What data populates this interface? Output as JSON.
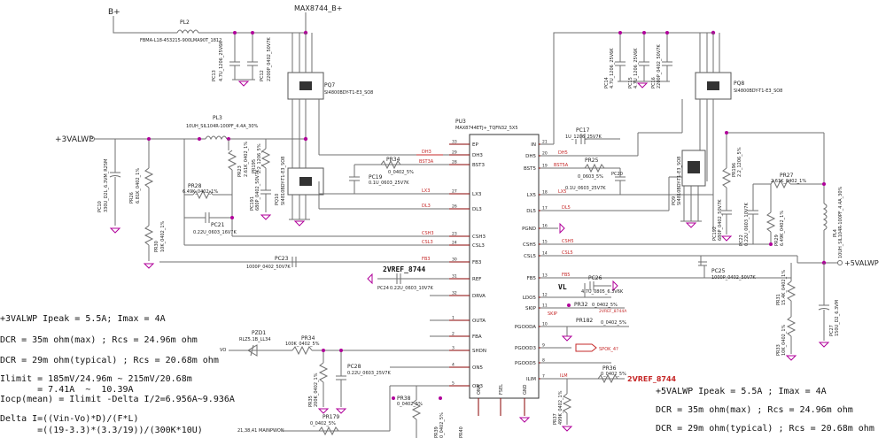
{
  "nets": {
    "b_plus": "B+",
    "max_b_plus": "MAX8744_B+",
    "v3valwp": "+3VALWP",
    "v5valwp": "+5VALWP",
    "vref": "2VREF_8744",
    "vref_right": "2VREF_8744",
    "vl": "VL",
    "vo": "VO",
    "mainpwon": "MAINPWON",
    "mainpwon_ref": "21,38,41"
  },
  "ic": {
    "ref": "PU3",
    "part": "MAX8744ETJ+_TQFN32_5X5",
    "left_pins": [
      {
        "name": "EP",
        "num": "33"
      },
      {
        "name": "DH3",
        "num": "29"
      },
      {
        "name": "BST3",
        "num": "28"
      },
      {
        "name": "LX3",
        "num": "27"
      },
      {
        "name": "DL3",
        "num": "26"
      },
      {
        "name": "CSH3",
        "num": "23"
      },
      {
        "name": "CSL3",
        "num": "24"
      },
      {
        "name": "FB3",
        "num": "30"
      },
      {
        "name": "REF",
        "num": "31"
      },
      {
        "name": "DRVA",
        "num": "32"
      },
      {
        "name": "OUTA",
        "num": "1"
      },
      {
        "name": "FBA",
        "num": "2"
      },
      {
        "name": "SHDN",
        "num": "3"
      },
      {
        "name": "ON5",
        "num": "4"
      },
      {
        "name": "ON3",
        "num": "5"
      }
    ],
    "right_pins": [
      {
        "name": "IN",
        "num": "21"
      },
      {
        "name": "DH5",
        "num": "20"
      },
      {
        "name": "BST5",
        "num": "19"
      },
      {
        "name": "LX5",
        "num": "18"
      },
      {
        "name": "DL5",
        "num": "17"
      },
      {
        "name": "PGND",
        "num": "16"
      },
      {
        "name": "CSH5",
        "num": "15"
      },
      {
        "name": "CSL5",
        "num": "14"
      },
      {
        "name": "FB5",
        "num": "13"
      },
      {
        "name": "LDO5",
        "num": "12"
      },
      {
        "name": "SKIP",
        "num": "11"
      },
      {
        "name": "PGOODA",
        "num": "10"
      },
      {
        "name": "PGOOD3",
        "num": "9"
      },
      {
        "name": "PGOOD5",
        "num": "8"
      },
      {
        "name": "ILIM",
        "num": "7"
      }
    ],
    "bottom_pins": [
      "ONA",
      "FSEL",
      "GND"
    ]
  },
  "signal_labels": {
    "dh3": "DH3",
    "bst3": "BST3A",
    "lx3": "LX3",
    "dl3": "DL3",
    "csh3": "CSH3",
    "csl3": "CSL3",
    "fb3": "FB3",
    "dh5": "DH5",
    "bst5": "BST5A",
    "lx5": "LX5",
    "dl5": "DL5",
    "csh5": "CSH5",
    "csl5": "CSL5",
    "fb5": "FB5",
    "skip": "SKIP",
    "ilm": "ILM",
    "spok": "SPOK_4?",
    "vref_out": "2VREF_8744A"
  },
  "components": {
    "pl2": {
      "ref": "PL2",
      "val": "FBMA-L18-453215-900LMA90T_1812"
    },
    "pc13": {
      "ref": "PC13",
      "val": "4.7U_1206_25V6K"
    },
    "pc12": {
      "ref": "PC12",
      "val": "2200P_0402_50V7K"
    },
    "pq7": {
      "ref": "PQ7",
      "val": "SI4800BDY-T1-E3_SO8"
    },
    "pl3": {
      "ref": "PL3",
      "val": "10UH_SIL104R-100PF_4.4A_30%"
    },
    "pc10": {
      "ref": "PC10",
      "val": "330U_D2L_6.3VM_R25M"
    },
    "pr26": {
      "ref": "PR26",
      "val": "6.81K_0402_1%"
    },
    "pr30": {
      "ref": "PR30",
      "val": "10K_0402_1%"
    },
    "pr28": {
      "ref": "PR28",
      "val": "6.49K_0402_1%"
    },
    "pc21": {
      "ref": "PC21",
      "val": "0.22U_0603_16V7K"
    },
    "pr23": {
      "ref": "PR23",
      "val": "2.61K_0402_1%"
    },
    "pr195": {
      "ref": "PR195",
      "val": "2.2_1206_5%"
    },
    "pc191": {
      "ref": "PC191",
      "val": "680P_0402_50V7K"
    },
    "pq10": {
      "ref": "PQ10",
      "val": "SI4810BDY-T1-E3_SO8"
    },
    "pr34": {
      "ref": "PR34",
      "val": "0_0402_5%"
    },
    "pc19": {
      "ref": "PC19",
      "val": "0.1U_0603_25V7K"
    },
    "pc23": {
      "ref": "PC23",
      "val": "1000P_0402_50V7K"
    },
    "pc24": {
      "ref": "PC24",
      "val": "0.22U_0603_10V7K"
    },
    "pc14": {
      "ref": "PC14",
      "val": "4.7U_1206_25V6K"
    },
    "pc15": {
      "ref": "PC15",
      "val": "4.7U_1206_25V6K"
    },
    "pc16": {
      "ref": "PC16",
      "val": "2200P_0402_50V7K"
    },
    "pq8": {
      "ref": "PQ8",
      "val": "SI4800BDY-T1-E3_SO8"
    },
    "pc17": {
      "ref": "PC17",
      "val": "1U_1206_25V7K"
    },
    "pc20": {
      "ref": "PC20",
      "val": ""
    },
    "pr25": {
      "ref": "PR25",
      "val": "0_0603_5%"
    },
    "pc20b": {
      "ref": "",
      "val": "0.1U_0603_25V7K"
    },
    "pq9": {
      "ref": "PQ9",
      "val": "SI4810BDY-T1-E3_SO8"
    },
    "pr196": {
      "ref": "PR196",
      "val": "2.2_1206_5%"
    },
    "pc192": {
      "ref": "PC192",
      "val": "680P_0402_50V7K"
    },
    "pc22": {
      "ref": "PC22",
      "val": "0.22U_0603_10V7K"
    },
    "pr29": {
      "ref": "PR29",
      "val": "6.49K_0402_1%"
    },
    "pr27": {
      "ref": "PR27",
      "val": "2.61K_0402_1%"
    },
    "pl4": {
      "ref": "PL4",
      "val": "10UH_SIL104R-100PF_4.4A_30%"
    },
    "pc25": {
      "ref": "PC25",
      "val": "1000P_0402_50V7K"
    },
    "pc26": {
      "ref": "PC26",
      "val": "4.7U_0805_6.3V6K"
    },
    "pr32": {
      "ref": "PR32",
      "val": "0_0402_5%"
    },
    "pr182": {
      "ref": "PR182",
      "val": "0_0402_5%"
    },
    "pr31": {
      "ref": "PR31",
      "val": "15.4K_0402_1%"
    },
    "pr33": {
      "ref": "PR33",
      "val": "10K_0402_1%"
    },
    "pc27": {
      "ref": "PC27",
      "val": "150U_D2_6.3VM"
    },
    "pr36": {
      "ref": "PR36",
      "val": "0_0402_5%"
    },
    "pr37": {
      "ref": "PR37",
      "val": "499K_0402_1%"
    },
    "pzd1": {
      "ref": "PZD1",
      "val": "RLZ5.1B_LL34"
    },
    "pr34b": {
      "ref": "PR34",
      "val": "100K_0402_5%"
    },
    "pr35": {
      "ref": "PR35",
      "val": "200K_0402_1%"
    },
    "pc28": {
      "ref": "PC28",
      "val": "0.22U_0603_25V7K"
    },
    "pr38": {
      "ref": "PR38",
      "val": "0_0402_5%"
    },
    "pr39": {
      "ref": "PR39",
      "val": "0_0402_5%"
    },
    "pr40": {
      "ref": "PR40",
      "val": ""
    },
    "pr179": {
      "ref": "PR179",
      "val": "0_0402_5%"
    }
  },
  "notes_left": [
    "+3VALWP Ipeak = 5.5A; Imax = 4A",
    "DCR = 35m ohm(max) ; Rcs = 24.96m ohm",
    "DCR = 29m ohm(typical) ; Rcs = 20.68m ohm",
    "Ilimit = 185mV/24.96m ~ 215mV/20.68m",
    "       = 7.41A  ~  10.39A",
    "Iocp(mean) = Ilimit -Delta I/2=6.956A~9.936A",
    "Delta I=((Vin-Vo)*D)/(F*L)",
    "       =((19-3.3)*(3.3/19))/(300K*10U)"
  ],
  "notes_right": [
    "+5VALWP Ipeak = 5.5A ; Imax = 4A",
    "DCR = 35m ohm(max) ; Rcs = 24.96m ohm",
    "DCR = 29m ohm(typical) ; Rcs = 20.68m ohm"
  ]
}
